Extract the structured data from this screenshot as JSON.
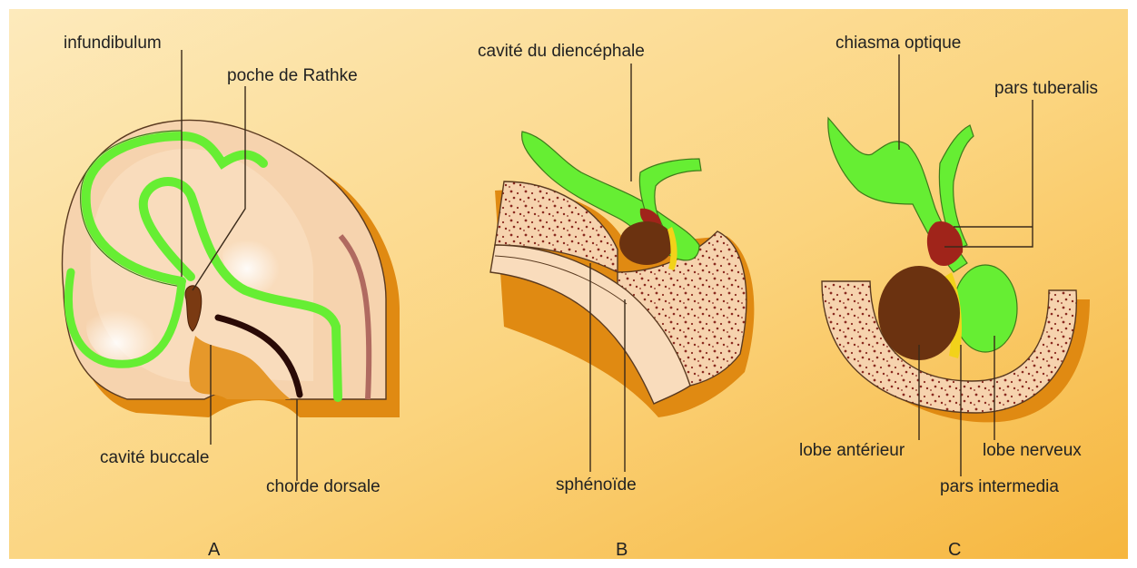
{
  "diagram": {
    "panels": [
      {
        "id": "A",
        "letter": "A",
        "labels": {
          "infundibulum": "infundibulum",
          "poche_rathke": "poche de Rathke",
          "cavite_buccale": "cavité buccale",
          "chorde_dorsale": "chorde dorsale"
        }
      },
      {
        "id": "B",
        "letter": "B",
        "labels": {
          "cavite_diencephale": "cavité du diencéphale",
          "sphenoide": "sphénoïde"
        }
      },
      {
        "id": "C",
        "letter": "C",
        "labels": {
          "chiasma_optique": "chiasma optique",
          "pars_tuberalis": "pars tuberalis",
          "lobe_anterieur": "lobe antérieur",
          "lobe_nerveux": "lobe nerveux",
          "pars_intermedia": "pars intermedia"
        }
      }
    ],
    "colors": {
      "background_light": "#fde9b5",
      "background_dark": "#f6b840",
      "tissue": "#f6d3ae",
      "tissue_shadow": "#e08a12",
      "neural_tube": "#66ee33",
      "anterior_lobe": "#6b3210",
      "intermedia": "#f2d21a",
      "tuberalis": "#a0241a",
      "bone_dots": "#8a2a20",
      "notochord": "#2a0a06"
    }
  }
}
